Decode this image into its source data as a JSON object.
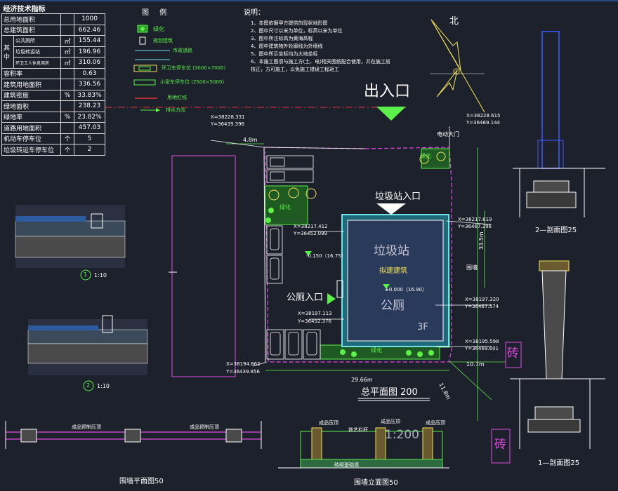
{
  "econ_table": {
    "title": "经济技术指标",
    "rows": [
      {
        "label": "总用地面积",
        "unit": "",
        "value": "1000"
      },
      {
        "label": "总建筑面积",
        "unit": "",
        "value": "662.46"
      },
      {
        "label": "公共厕所",
        "unit": "㎡",
        "value": "155.44"
      },
      {
        "label": "垃圾转运站",
        "unit": "㎡",
        "value": "196.96"
      },
      {
        "label": "环卫工人休息用房",
        "unit": "㎡",
        "value": "310.06"
      },
      {
        "label": "容积率",
        "unit": "",
        "value": "0.63"
      },
      {
        "label": "建筑用地面积",
        "unit": "",
        "value": "336.56"
      },
      {
        "label": "建筑密度",
        "unit": "%",
        "value": "33.83%"
      },
      {
        "label": "绿地面积",
        "unit": "",
        "value": "238.23"
      },
      {
        "label": "绿地率",
        "unit": "%",
        "value": "23.82%"
      },
      {
        "label": "道路用地面积",
        "unit": "",
        "value": "457.03"
      },
      {
        "label": "机动车停车位",
        "unit": "个",
        "value": "5"
      },
      {
        "label": "垃圾转运车停车位",
        "unit": "个",
        "value": "2"
      }
    ],
    "group_label": "其中"
  },
  "legend": {
    "title": "图 例",
    "items": [
      {
        "label": "绿化"
      },
      {
        "label": "规划建筑"
      },
      {
        "label": "市政道路"
      },
      {
        "label": ""
      },
      {
        "label": "环卫车停车位 (3000×7000)"
      },
      {
        "label": "小型车停车位 (2500×5000)"
      },
      {
        "label": "用地红线"
      },
      {
        "label": "排水方向"
      }
    ]
  },
  "notes": {
    "title": "说明：",
    "items": [
      "1、本图依据甲方提供的现状地形图",
      "2、图中尺寸以米为单位，标高以米为单位",
      "3、图中所注标高为黄海高程",
      "4、图中建筑物外轮廓线为外墙线",
      "5、图中所示坐标均为大地坐标",
      "6、本施工图须与施工方(土、电)相关图纸配合使用，并在施工前",
      "   核正，方可施工，以免施工错误工程返工"
    ]
  },
  "site_plan": {
    "north_label": "北",
    "exit_entrance": "出入口",
    "gate_label": "电动大门",
    "greening_label": "绿化",
    "station_entrance": "垃圾站入口",
    "toilet_entrance": "公厕入口",
    "building_name_1": "垃圾站",
    "building_note": "拟建建筑",
    "building_name_2": "公厕",
    "floors": "3F",
    "elev_left": "-0.150（16.75）",
    "elev_center": "±0.000（16.90）",
    "boundary_wall": "围墙",
    "brick_1": "砖",
    "brick_2": "砖",
    "dim_top_left": "4.8m",
    "dim_bottom": "29.66m",
    "dim_right_bottom": "10.7m",
    "dim_diag": "11.8m",
    "dim_right_vert": "33.5m",
    "title": "总平面图",
    "title_scale": "200",
    "coords": [
      {
        "x": "X=38228.331",
        "y": "Y=36439.396"
      },
      {
        "x": "X=38228.615",
        "y": "Y=36469.144"
      },
      {
        "x": "X=38217.412",
        "y": "Y=36452.099"
      },
      {
        "x": "X=38217.619",
        "y": "Y=36467.296"
      },
      {
        "x": "X=38197.113",
        "y": "Y=36452.376"
      },
      {
        "x": "X=38197.320",
        "y": "Y=36467.574"
      },
      {
        "x": "X=38195.598",
        "y": "Y=36469.601"
      },
      {
        "x": "X=38194.862",
        "y": "Y=36439.856"
      }
    ]
  },
  "section_1": {
    "label": "1",
    "scale": "1:10"
  },
  "section_2": {
    "label": "2",
    "scale": "1:10"
  },
  "wall_plan": {
    "title": "围墙平面图",
    "scale": "50",
    "annot_1": "成品预制压顶",
    "annot_2": "成品预制压顶"
  },
  "wall_elevation": {
    "title": "围墙立面图",
    "scale": "50",
    "overlay_scale": "1:200",
    "annot_1": "成品压顶",
    "annot_2": "铁艺栏杆",
    "annot_3": "成品压顶",
    "annot_4": "成品压顶",
    "base_note": "砖砌基础墙"
  },
  "section_2_2": {
    "title": "2—剖面图",
    "scale": "25"
  },
  "section_1_1": {
    "title": "1—剖面图",
    "scale": "25"
  },
  "colors": {
    "background": "#1c212b",
    "green": "#5cf04a",
    "cyan": "#6fe0e8",
    "magenta": "#e04ae0",
    "yellow": "#f5e35a",
    "blue": "#3c5aff"
  }
}
